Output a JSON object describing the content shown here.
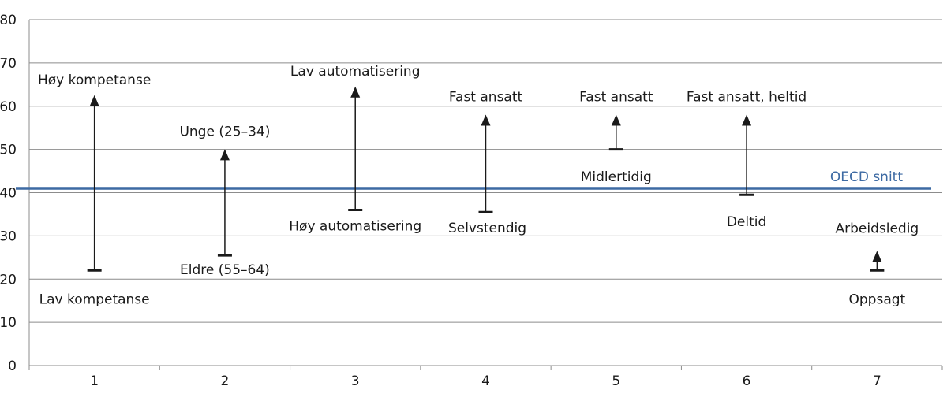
{
  "chart_data": {
    "type": "range-arrow",
    "title": "",
    "xlabel": "",
    "ylabel": "",
    "ylim": [
      0,
      80
    ],
    "yticks": [
      0,
      10,
      20,
      30,
      40,
      50,
      60,
      70,
      80
    ],
    "categories": [
      "1",
      "2",
      "3",
      "4",
      "5",
      "6",
      "7"
    ],
    "grid": true,
    "reference_line": {
      "label": "OECD snitt",
      "value": 41,
      "color": "#3d6aa3"
    },
    "series": [
      {
        "x": "1",
        "from": 22,
        "to": 62,
        "from_label": "Lav kompetanse",
        "to_label": "Høy kompetanse"
      },
      {
        "x": "2",
        "from": 25.5,
        "to": 49.5,
        "from_label": "Eldre (55–64)",
        "to_label": "Unge (25–34)"
      },
      {
        "x": "3",
        "from": 36,
        "to": 64,
        "from_label": "Høy automatisering",
        "to_label": "Lav automatisering"
      },
      {
        "x": "4",
        "from": 35.5,
        "to": 57.5,
        "from_label": "Selvstendig",
        "to_label": "Fast ansatt"
      },
      {
        "x": "5",
        "from": 50,
        "to": 57.5,
        "from_label": "Midlertidig",
        "to_label": "Fast ansatt"
      },
      {
        "x": "6",
        "from": 39.5,
        "to": 57.5,
        "from_label": "Deltid",
        "to_label": "Fast ansatt, heltid"
      },
      {
        "x": "7",
        "from": 22,
        "to": 26,
        "from_label": "Oppsagt",
        "to_label": "Arbeidsledig"
      }
    ],
    "colors": {
      "arrow": "#1a1a1a",
      "grid": "#8c8c8c",
      "axis": "#8c8c8c"
    }
  }
}
